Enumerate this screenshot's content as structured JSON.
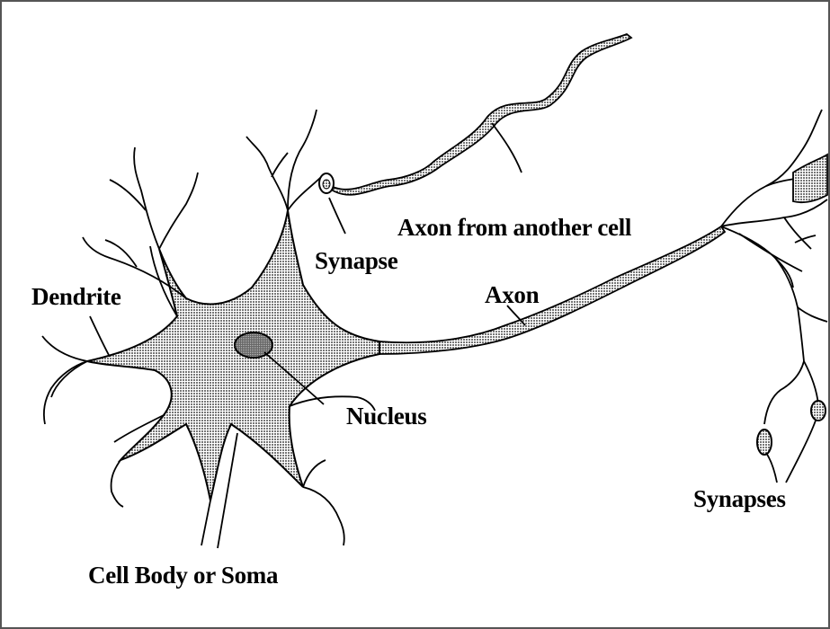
{
  "labels": {
    "axon_from_another_cell": "Axon from another cell",
    "synapse": "Synapse",
    "dendrite": "Dendrite",
    "axon": "Axon",
    "nucleus": "Nucleus",
    "synapses": "Synapses",
    "cell_body": "Cell Body or Soma"
  },
  "colors": {
    "line": "#000000",
    "fill_light": "#d9d9d9",
    "fill_dark": "#a0a0a0",
    "border": "#555555"
  }
}
